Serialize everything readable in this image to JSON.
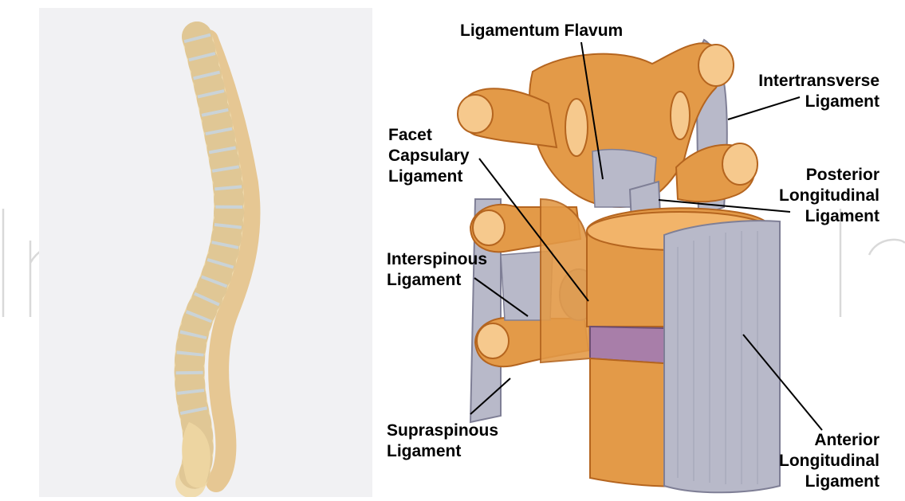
{
  "colors": {
    "bone": "#e39a48",
    "bone_dark": "#b5651f",
    "bone_light": "#f6c98d",
    "ligament": "#b8b9c9",
    "ligament_dark": "#7f7f96",
    "disc": "#a87ea9",
    "left_panel_bg": "#f1f1f3",
    "spine_bone": "#f0dcaf",
    "spine_disc": "#c8d4de",
    "watermark": "#c9c9c9"
  },
  "labels": {
    "ligamentum_flavum": "Ligamentum Flavum",
    "intertransverse": "Intertransverse\nLigament",
    "facet_capsular": "Facet\nCapsulary\nLigament",
    "posterior_longitudinal": "Posterior\nLongitudinal\nLigament",
    "interspinous": "Interspinous\nLigament",
    "supraspinous": "Supraspinous\nLigament",
    "anterior_longitudinal": "Anterior\nLongitudinal\nLigament"
  }
}
